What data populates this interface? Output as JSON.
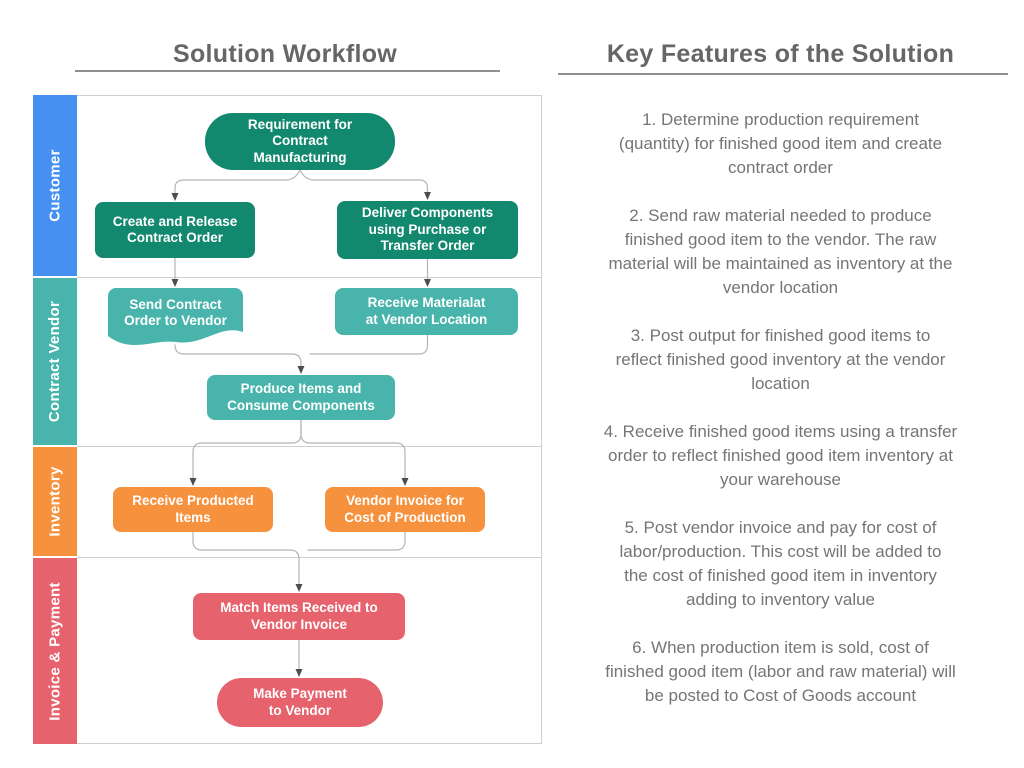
{
  "left_panel": {
    "title": "Solution Workflow",
    "lanes": [
      {
        "label": "Customer",
        "color": "#4590f0"
      },
      {
        "label": "Contract Vendor",
        "color": "#49b4ab"
      },
      {
        "label": "Inventory",
        "color": "#f6913e"
      },
      {
        "label": "Invoice & Payment",
        "color": "#e6636d"
      }
    ],
    "nodes": [
      {
        "id": "requirement",
        "lane": "Customer",
        "shape": "stadium",
        "color": "#12886e",
        "label": "Requirement for\nContract\nManufacturing"
      },
      {
        "id": "create_order",
        "lane": "Customer",
        "shape": "rect",
        "color": "#12886e",
        "label": "Create and Release\nContract Order"
      },
      {
        "id": "deliver_components",
        "lane": "Customer",
        "shape": "rect",
        "color": "#12886e",
        "label": "Deliver Components\nusing Purchase or\nTransfer Order"
      },
      {
        "id": "send_contract",
        "lane": "Contract Vendor",
        "shape": "document",
        "color": "#49b4ab",
        "label": "Send Contract\nOrder to Vendor"
      },
      {
        "id": "receive_material",
        "lane": "Contract Vendor",
        "shape": "rect",
        "color": "#49b4ab",
        "label": "Receive Materialat\nat Vendor Location"
      },
      {
        "id": "produce_items",
        "lane": "Contract Vendor",
        "shape": "rect",
        "color": "#49b4ab",
        "label": "Produce Items and\nConsume Components"
      },
      {
        "id": "receive_producted",
        "lane": "Inventory",
        "shape": "rect",
        "color": "#f6913e",
        "label": "Receive Producted\nItems"
      },
      {
        "id": "vendor_invoice",
        "lane": "Inventory",
        "shape": "rect",
        "color": "#f6913e",
        "label": "Vendor Invoice for\nCost of Production"
      },
      {
        "id": "match_items",
        "lane": "Invoice & Payment",
        "shape": "rect",
        "color": "#e6636d",
        "label": "Match Items Received to\nVendor Invoice"
      },
      {
        "id": "make_payment",
        "lane": "Invoice & Payment",
        "shape": "stadium",
        "color": "#e6636d",
        "label": "Make Payment\nto Vendor"
      }
    ]
  },
  "right_panel": {
    "title": "Key Features of the Solution",
    "features": [
      "1. Determine production requirement\n(quantity) for finished good item and create\ncontract order",
      "2. Send raw material needed to produce\nfinished good item to the vendor. The raw\nmaterial will be maintained as inventory at the\nvendor location",
      "3. Post output for finished good items to\nreflect finished good inventory at the vendor\nlocation",
      "4. Receive finished good items using a transfer\norder to reflect finished good item inventory at\nyour warehouse",
      "5. Post vendor invoice and pay for cost of\nlabor/production. This cost will be added to\nthe cost of finished good item in inventory\nadding to inventory value",
      "6. When production item is sold, cost of\nfinished good item (labor and raw material) will\nbe posted to Cost of Goods account"
    ]
  },
  "colors": {
    "title_text": "#666666",
    "body_text": "#757575",
    "connector_line": "#b5b5b5",
    "arrowhead": "#4d4d4d",
    "gridline": "#cfcfcf"
  }
}
